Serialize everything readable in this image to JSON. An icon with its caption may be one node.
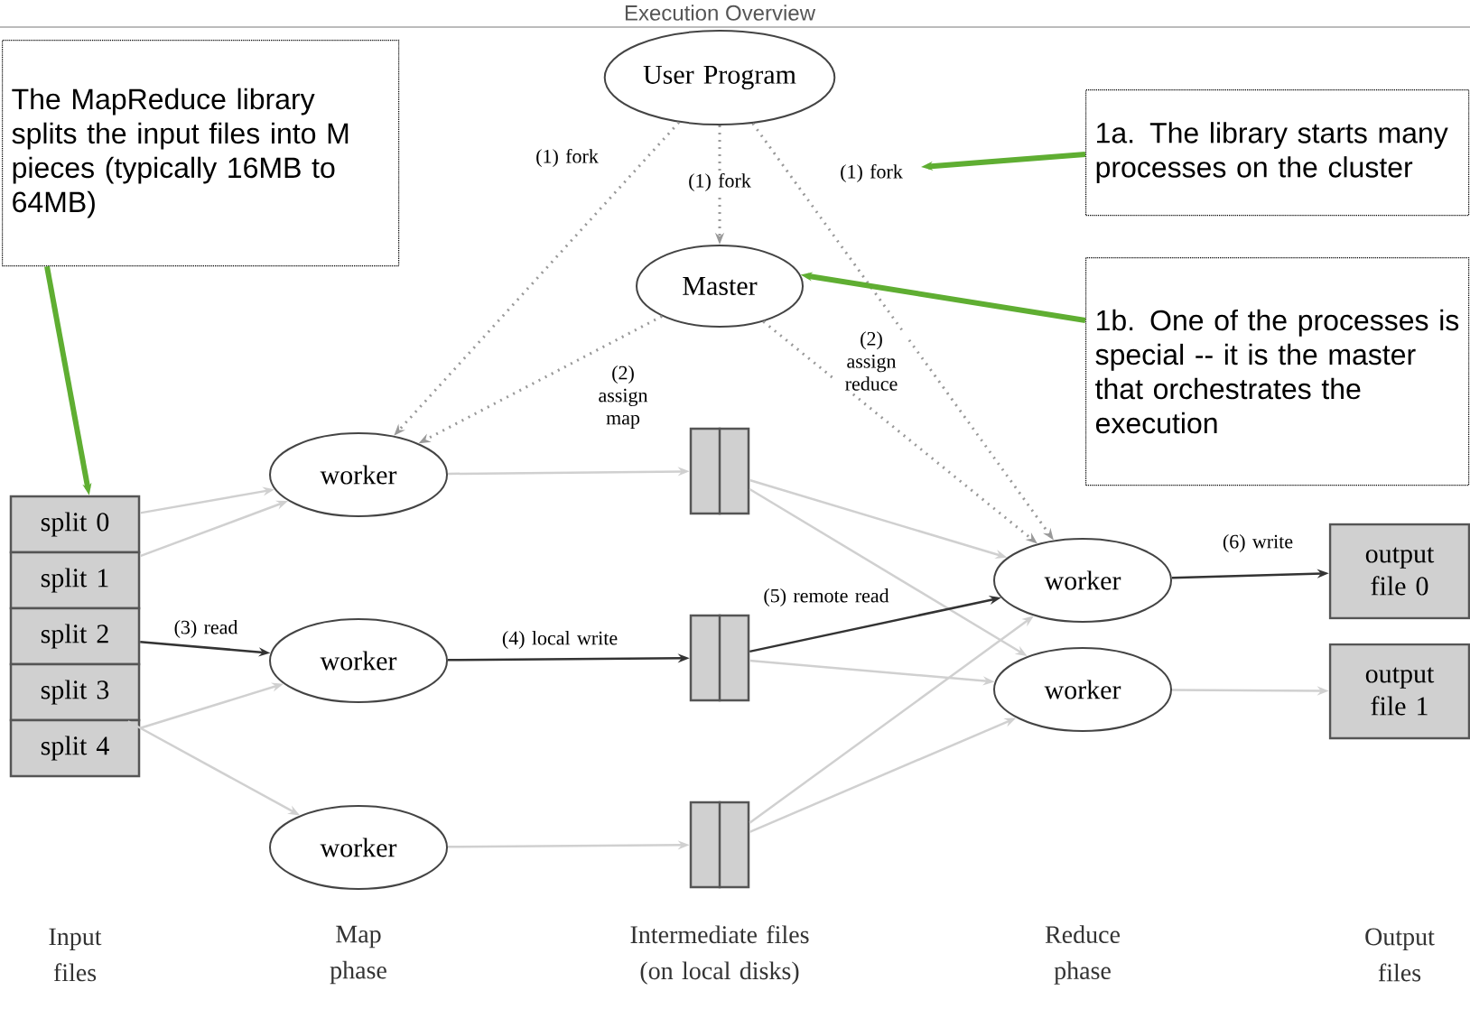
{
  "diagram": {
    "title": "Execution Overview",
    "nodes": [
      {
        "text": [
          "User Program"
        ]
      },
      {
        "text": [
          "Master"
        ]
      },
      {
        "text": [
          "worker"
        ]
      },
      {
        "text": [
          "worker"
        ]
      },
      {
        "text": [
          "worker"
        ]
      },
      {
        "text": [
          "split 0"
        ]
      },
      {
        "text": [
          "split 1"
        ]
      },
      {
        "text": [
          "split 2"
        ]
      },
      {
        "text": [
          "split 3"
        ]
      },
      {
        "text": [
          "split 4"
        ]
      },
      {
        "text": [],
        "shape": "box"
      },
      {
        "text": [],
        "shape": "box"
      },
      {
        "text": [],
        "shape": "box"
      },
      {
        "text": [
          "worker"
        ]
      },
      {
        "text": [
          "worker"
        ]
      },
      {
        "text": [
          "output file 0"
        ]
      },
      {
        "text": [
          "output file 1"
        ]
      },
      {
        "text": [
          "The MapReduce library splits the input files into M pieces (typically 16MB to 64MB)"
        ]
      },
      {
        "text": [
          "1a. The library starts many processes on the cluster"
        ]
      },
      {
        "text": [
          "1b. One of the processes is special -- it is the master that orchestrates the execution"
        ]
      }
    ],
    "edges": [
      {
        "from": 0,
        "to": 2,
        "arrow": "to",
        "label": "(1) fork",
        "style": "dashed",
        "color": "#999999"
      },
      {
        "from": 0,
        "to": 1,
        "arrow": "to",
        "label": "(1) fork",
        "style": "dashed",
        "color": "#999999"
      },
      {
        "from": 0,
        "to": 13,
        "arrow": "to",
        "label": "(1) fork",
        "style": "dashed",
        "color": "#999999"
      },
      {
        "from": 1,
        "to": 2,
        "arrow": "to",
        "label": "(2) assign map",
        "style": "dashed",
        "color": "#999999"
      },
      {
        "from": 1,
        "to": 13,
        "arrow": "to",
        "label": "(2) assign reduce",
        "style": "dashed",
        "color": "#999999"
      },
      {
        "from": 17,
        "to": 5,
        "arrow": "to",
        "style": "thick",
        "color": "#5fae32"
      },
      {
        "from": 18,
        "to": null,
        "arrow": "to",
        "style": "thick",
        "color": "#5fae32"
      },
      {
        "from": 19,
        "to": 1,
        "arrow": "to",
        "style": "thick",
        "color": "#5fae32"
      },
      {
        "from": 5,
        "to": 2,
        "arrow": "to"
      },
      {
        "from": 6,
        "to": 2,
        "arrow": "to"
      },
      {
        "from": 7,
        "to": 3,
        "arrow": "to",
        "label": "(3) read",
        "color": "#333333"
      },
      {
        "from": 8,
        "to": 4,
        "arrow": "to"
      },
      {
        "from": 9,
        "to": 3,
        "arrow": "to"
      },
      {
        "from": 2,
        "to": 10,
        "arrow": "to"
      },
      {
        "from": 3,
        "to": 11,
        "arrow": "to",
        "label": "(4) local write",
        "color": "#333333"
      },
      {
        "from": 4,
        "to": 12,
        "arrow": "to"
      },
      {
        "from": 10,
        "to": 13,
        "arrow": "to"
      },
      {
        "from": 10,
        "to": 14,
        "arrow": "to"
      },
      {
        "from": 11,
        "to": 13,
        "arrow": "to",
        "label": "(5) remote read",
        "color": "#333333"
      },
      {
        "from": 11,
        "to": 14,
        "arrow": "to"
      },
      {
        "from": 12,
        "to": 13,
        "arrow": "to"
      },
      {
        "from": 12,
        "to": 14,
        "arrow": "to"
      },
      {
        "from": 13,
        "to": 15,
        "arrow": "to",
        "label": "(6) write",
        "color": "#333333"
      },
      {
        "from": 14,
        "to": 16,
        "arrow": "to"
      }
    ],
    "labels": [
      "Input files",
      "Map phase",
      "Intermediate files (on local disks)",
      "Reduce phase",
      "Output files"
    ]
  }
}
